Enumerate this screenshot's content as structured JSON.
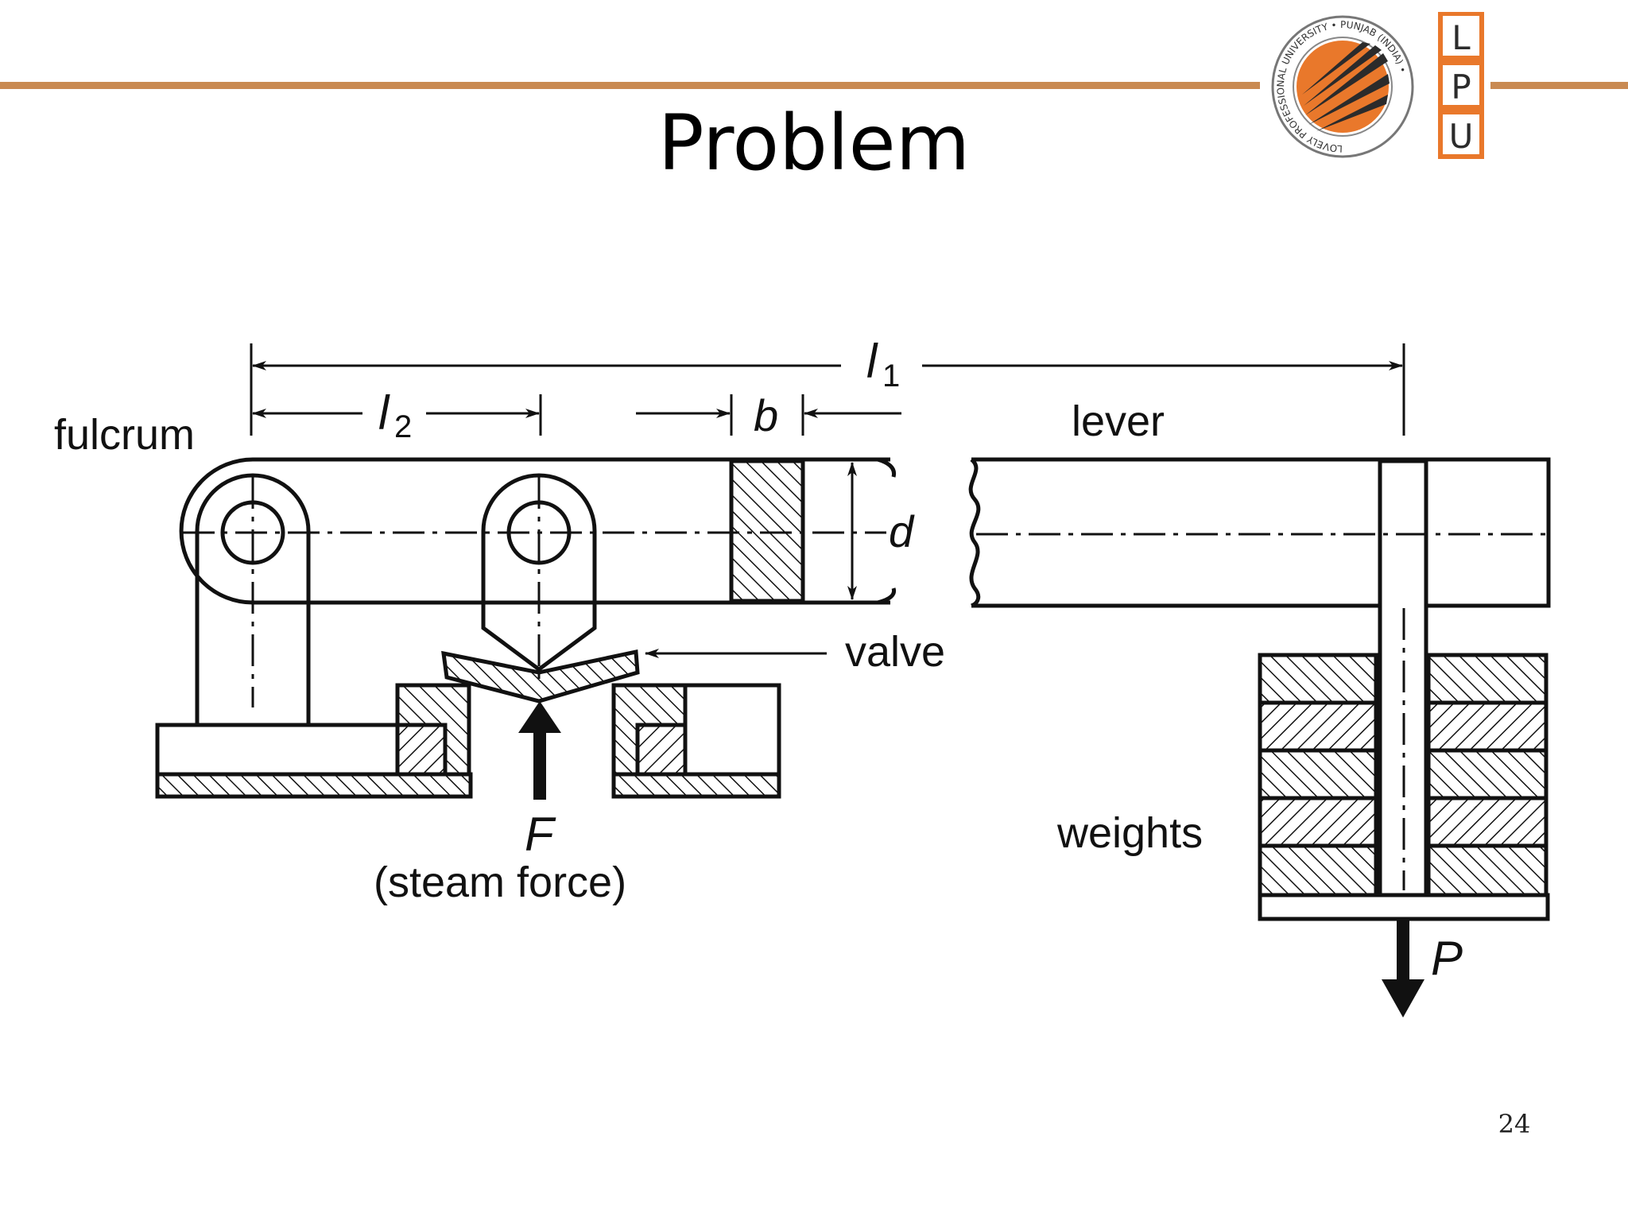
{
  "slide": {
    "title": "Problem",
    "page_number": "24"
  },
  "logo": {
    "seal_text": "LOVELY PROFESSIONAL UNIVERSITY • PUNJAB (INDIA) •",
    "letters": [
      "L",
      "P",
      "U"
    ]
  },
  "colors": {
    "accent_rule": "#c98a52",
    "logo_orange": "#e9782b",
    "logo_dark": "#2b2b2b"
  },
  "diagram": {
    "labels": {
      "fulcrum": "fulcrum",
      "lever": "lever",
      "valve": "valve",
      "weights": "weights",
      "steam_force": "(steam force)"
    },
    "dimensions": {
      "l1": "l",
      "l1_sub": "1",
      "l2": "l",
      "l2_sub": "2",
      "b": "b",
      "d": "d"
    },
    "forces": {
      "F": "F",
      "P": "P"
    }
  }
}
